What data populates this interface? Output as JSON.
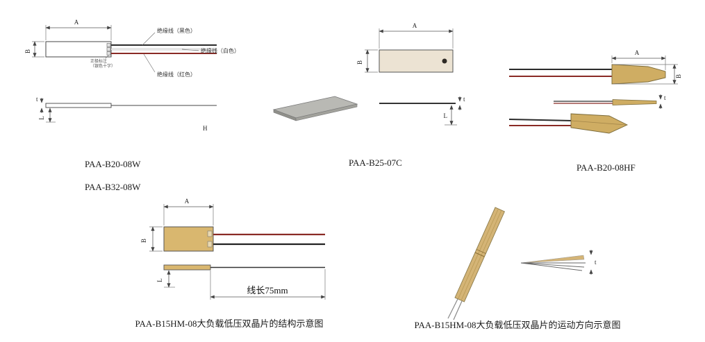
{
  "colors": {
    "tan": "#cfad63",
    "cream": "#ece3d3",
    "gray_plate": "#b9b9b4",
    "wire_red": "#8a2a25",
    "wire_black": "#2a2a2a"
  },
  "fig1": {
    "caption": "PAA-B20-08W",
    "caption2": "PAA-B32-08W",
    "dim_a": "A",
    "dim_b": "B",
    "dim_t": "t",
    "dim_l": "L",
    "dim_h": "H",
    "wire_black_label": "绝缘线（黑色）",
    "wire_white_label": "绝缘线（白色）",
    "wire_red_label": "绝缘线（红色）",
    "electrode_note_line1": "正极标注",
    "electrode_note_line2": "（银色十字）"
  },
  "fig2": {
    "caption": "PAA-B25-07C",
    "dim_a": "A",
    "dim_b": "B",
    "dim_t": "t",
    "dim_l": "L"
  },
  "fig3": {
    "caption": "PAA-B20-08HF",
    "dim_a": "A",
    "dim_b": "B",
    "dim_t": "t"
  },
  "fig4": {
    "caption": "PAA-B15HM-08大负载低压双晶片的结构示意图",
    "dim_a": "A",
    "dim_b": "B",
    "dim_l": "L",
    "wire_length_label": "线长75mm"
  },
  "fig5": {
    "caption": "PAA-B15HM-08大负载低压双晶片的运动方向示意图",
    "dim_t": "t"
  }
}
